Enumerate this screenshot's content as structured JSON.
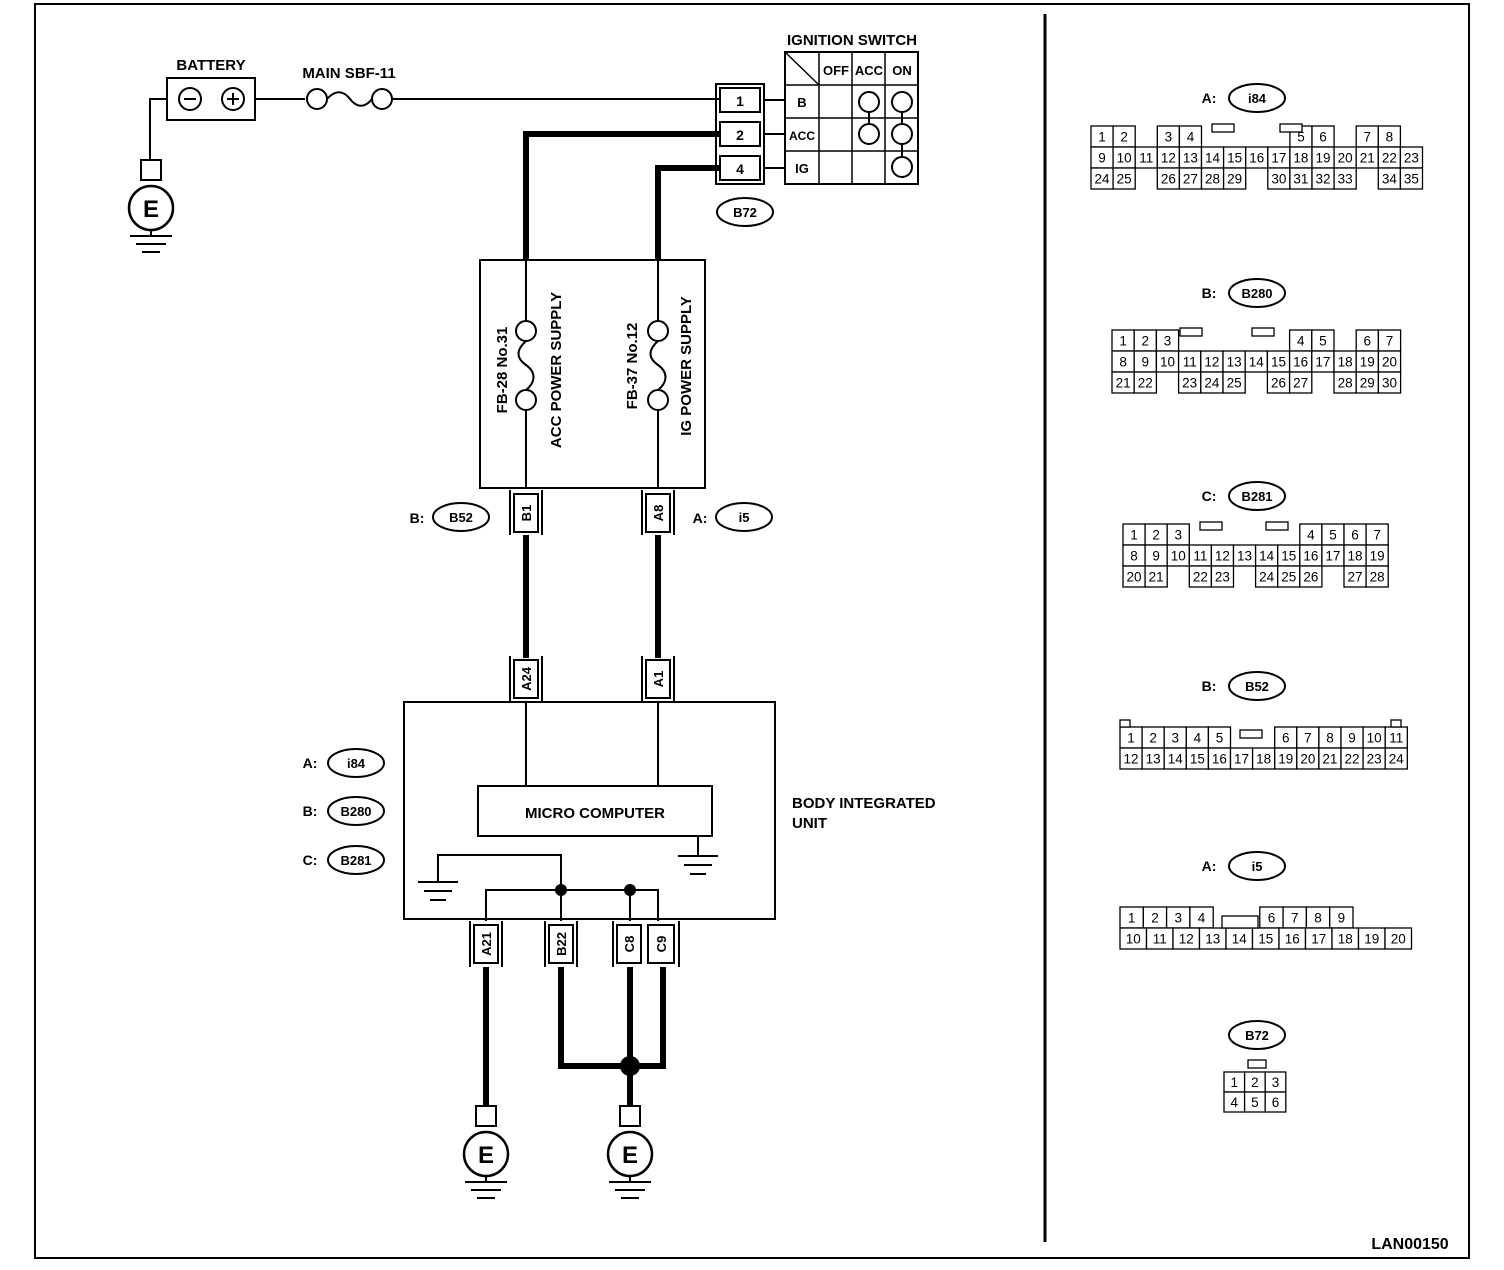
{
  "diagram_id": "LAN00150",
  "battery": {
    "label": "BATTERY",
    "neg": "⊖",
    "pos": "⊕"
  },
  "fuse_main": {
    "label": "MAIN SBF-11"
  },
  "ignition_switch": {
    "label": "IGNITION SWITCH",
    "columns": [
      "OFF",
      "ACC",
      "ON"
    ],
    "rows": [
      "B",
      "ACC",
      "IG"
    ],
    "pins": [
      "1",
      "2",
      "4"
    ],
    "connector": "B72"
  },
  "fuse_box": {
    "fuse1": {
      "id": "FB-28 No.31",
      "name": "ACC POWER SUPPLY"
    },
    "fuse2": {
      "id": "FB-37 No.12",
      "name": "IG POWER SUPPLY"
    }
  },
  "upper_connectors": {
    "left": {
      "prefix": "B:",
      "code": "B52",
      "pin": "B1"
    },
    "right": {
      "prefix": "A:",
      "code": "i5",
      "pin": "A8"
    }
  },
  "unit": {
    "name_line1": "BODY INTEGRATED",
    "name_line2": "UNIT",
    "micro": "MICRO COMPUTER",
    "input_pins": [
      "A24",
      "A1"
    ],
    "ground_pins": [
      "A21",
      "B22",
      "C8",
      "C9"
    ],
    "connectors": [
      {
        "prefix": "A:",
        "code": "i84"
      },
      {
        "prefix": "B:",
        "code": "B280"
      },
      {
        "prefix": "C:",
        "code": "B281"
      }
    ]
  },
  "ground_symbol": "E",
  "connector_views": [
    {
      "prefix": "A:",
      "code": "i84",
      "rows": [
        [
          "1",
          "2",
          "",
          "3",
          "4",
          "",
          "",
          "",
          "",
          "5",
          "6",
          "",
          "7",
          "8"
        ],
        [
          "9",
          "10",
          "11",
          "12",
          "13",
          "14",
          "15",
          "16",
          "17",
          "18",
          "19",
          "20",
          "21",
          "22",
          "23"
        ],
        [
          "24",
          "25",
          "",
          "26",
          "27",
          "28",
          "29",
          "",
          "30",
          "31",
          "32",
          "33",
          "",
          "34",
          "35"
        ]
      ]
    },
    {
      "prefix": "B:",
      "code": "B280",
      "rows": [
        [
          "1",
          "2",
          "3",
          "",
          "",
          "",
          "",
          "",
          "4",
          "5",
          "",
          "6",
          "7"
        ],
        [
          "8",
          "9",
          "10",
          "11",
          "12",
          "13",
          "14",
          "15",
          "16",
          "17",
          "18",
          "19",
          "20"
        ],
        [
          "21",
          "22",
          "",
          "23",
          "24",
          "25",
          "",
          "26",
          "27",
          "",
          "28",
          "29",
          "30"
        ]
      ]
    },
    {
      "prefix": "C:",
      "code": "B281",
      "rows": [
        [
          "1",
          "2",
          "3",
          "",
          "",
          "",
          "",
          "",
          "4",
          "5",
          "6",
          "7"
        ],
        [
          "8",
          "9",
          "10",
          "11",
          "12",
          "13",
          "14",
          "15",
          "16",
          "17",
          "18",
          "19"
        ],
        [
          "20",
          "21",
          "",
          "22",
          "23",
          "",
          "24",
          "25",
          "26",
          "",
          "27",
          "28"
        ]
      ]
    },
    {
      "prefix": "B:",
      "code": "B52",
      "rows": [
        [
          "1",
          "2",
          "3",
          "4",
          "5",
          "",
          "",
          "6",
          "7",
          "8",
          "9",
          "10",
          "11"
        ],
        [
          "12",
          "13",
          "14",
          "15",
          "16",
          "17",
          "18",
          "19",
          "20",
          "21",
          "22",
          "23",
          "24"
        ]
      ]
    },
    {
      "prefix": "A:",
      "code": "i5",
      "rows": [
        [
          "1",
          "2",
          "3",
          "4",
          "",
          "",
          "6",
          "7",
          "8",
          "9"
        ],
        [
          "10",
          "11",
          "12",
          "13",
          "14",
          "15",
          "16",
          "17",
          "18",
          "19",
          "20"
        ]
      ]
    },
    {
      "prefix": "",
      "code": "B72",
      "rows": [
        [
          "1",
          "2",
          "3"
        ],
        [
          "4",
          "5",
          "6"
        ]
      ]
    }
  ]
}
